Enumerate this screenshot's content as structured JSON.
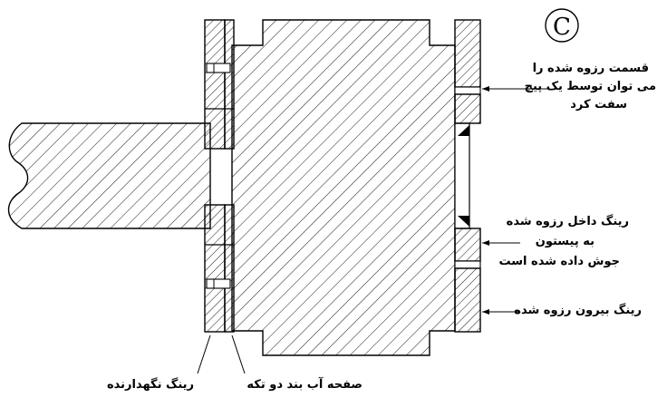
{
  "view_letter": "C",
  "labels": {
    "threaded_part": [
      "قسمت رزوه شده را",
      "می توان توسط یک پیچ",
      "سفت کرد"
    ],
    "inner_ring": [
      "رینگ داخل رزوه شده",
      "به پیستون",
      "جوش داده شده است"
    ],
    "outer_ring": "رینگ بیرون رزوه شده",
    "retaining_ring": "رینگ نگهدارنده",
    "split_seal_plate": "صفحه آب بند دو تکه"
  },
  "colors": {
    "line": "#000000",
    "hatch": "#000000",
    "background": "#ffffff"
  }
}
